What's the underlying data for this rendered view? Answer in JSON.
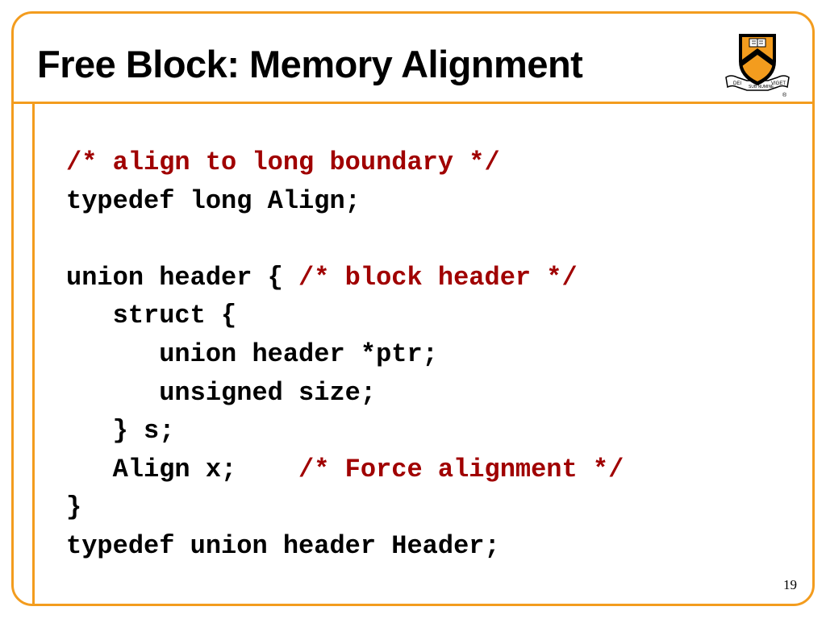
{
  "slide": {
    "title": "Free Block: Memory Alignment",
    "page_number": "19",
    "logo_motto_left": "DEI",
    "logo_motto_center": "SUB NUMINE",
    "logo_motto_right": "VIGET",
    "logo_registered": "®"
  },
  "colors": {
    "frame": "#f39c1e",
    "comment": "#a00000",
    "text": "#000000"
  },
  "code": {
    "l1_comment": "/* align to long boundary */",
    "l2": "typedef long Align;",
    "l3": "",
    "l4_code": "union header { ",
    "l4_comment": "/* block header */",
    "l5": "   struct {",
    "l6": "      union header *ptr;",
    "l7": "      unsigned size;",
    "l8": "   } s;",
    "l9_code": "   Align x;    ",
    "l9_comment": "/* Force alignment */",
    "l10": "}",
    "l11": "typedef union header Header;"
  }
}
